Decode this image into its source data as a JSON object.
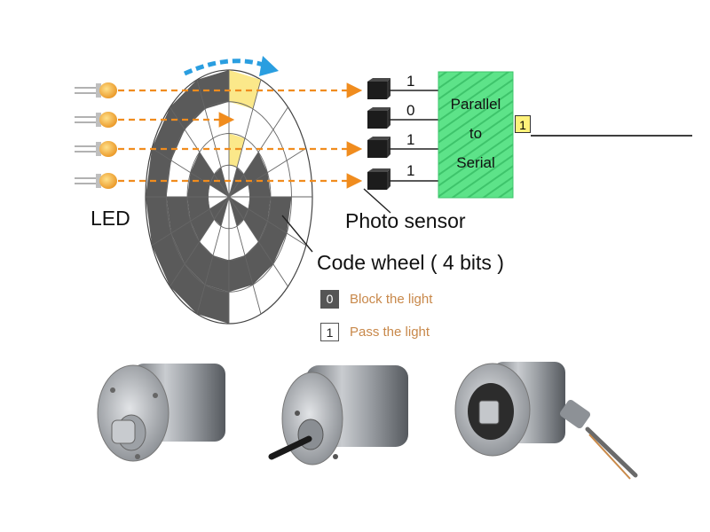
{
  "labels": {
    "led": "LED",
    "photo_sensor": "Photo sensor",
    "code_wheel": "Code wheel ( 4 bits )"
  },
  "bits": [
    "1",
    "0",
    "1",
    "1"
  ],
  "converter": {
    "line1": "Parallel",
    "line2": "to",
    "line3": "Serial",
    "color": "#5de389"
  },
  "output_bit": "1",
  "legend": [
    {
      "symbol": "0",
      "text": "Block the light",
      "swatch": "#555555"
    },
    {
      "symbol": "1",
      "text": "Pass the light",
      "swatch": "#ffffff"
    }
  ],
  "colors": {
    "beam": "#f08c1e",
    "rotation_arrow": "#2a9ee0",
    "wheel_dark": "#5a5a5a",
    "wheel_highlight": "#fbe88a",
    "legend_text": "#c8884a"
  },
  "icons": {
    "rotation": "curved-arrow-icon",
    "led": "led-bulb-icon",
    "sensor": "photo-sensor-icon"
  },
  "products": [
    "encoder-1",
    "encoder-2",
    "encoder-3"
  ]
}
